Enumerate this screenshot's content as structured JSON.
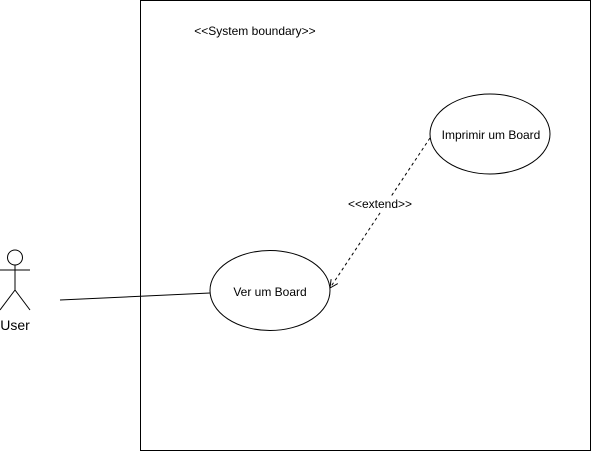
{
  "system_boundary": {
    "label": "<<System boundary>>"
  },
  "actor": {
    "label": "User"
  },
  "use_cases": {
    "ver_board": "Ver um Board",
    "imprimir_board": "Imprimir um Board"
  },
  "relationships": {
    "extend_label": "<<extend>>"
  },
  "colors": {
    "stroke": "#000000",
    "fill": "#ffffff",
    "background": "#ffffff"
  }
}
